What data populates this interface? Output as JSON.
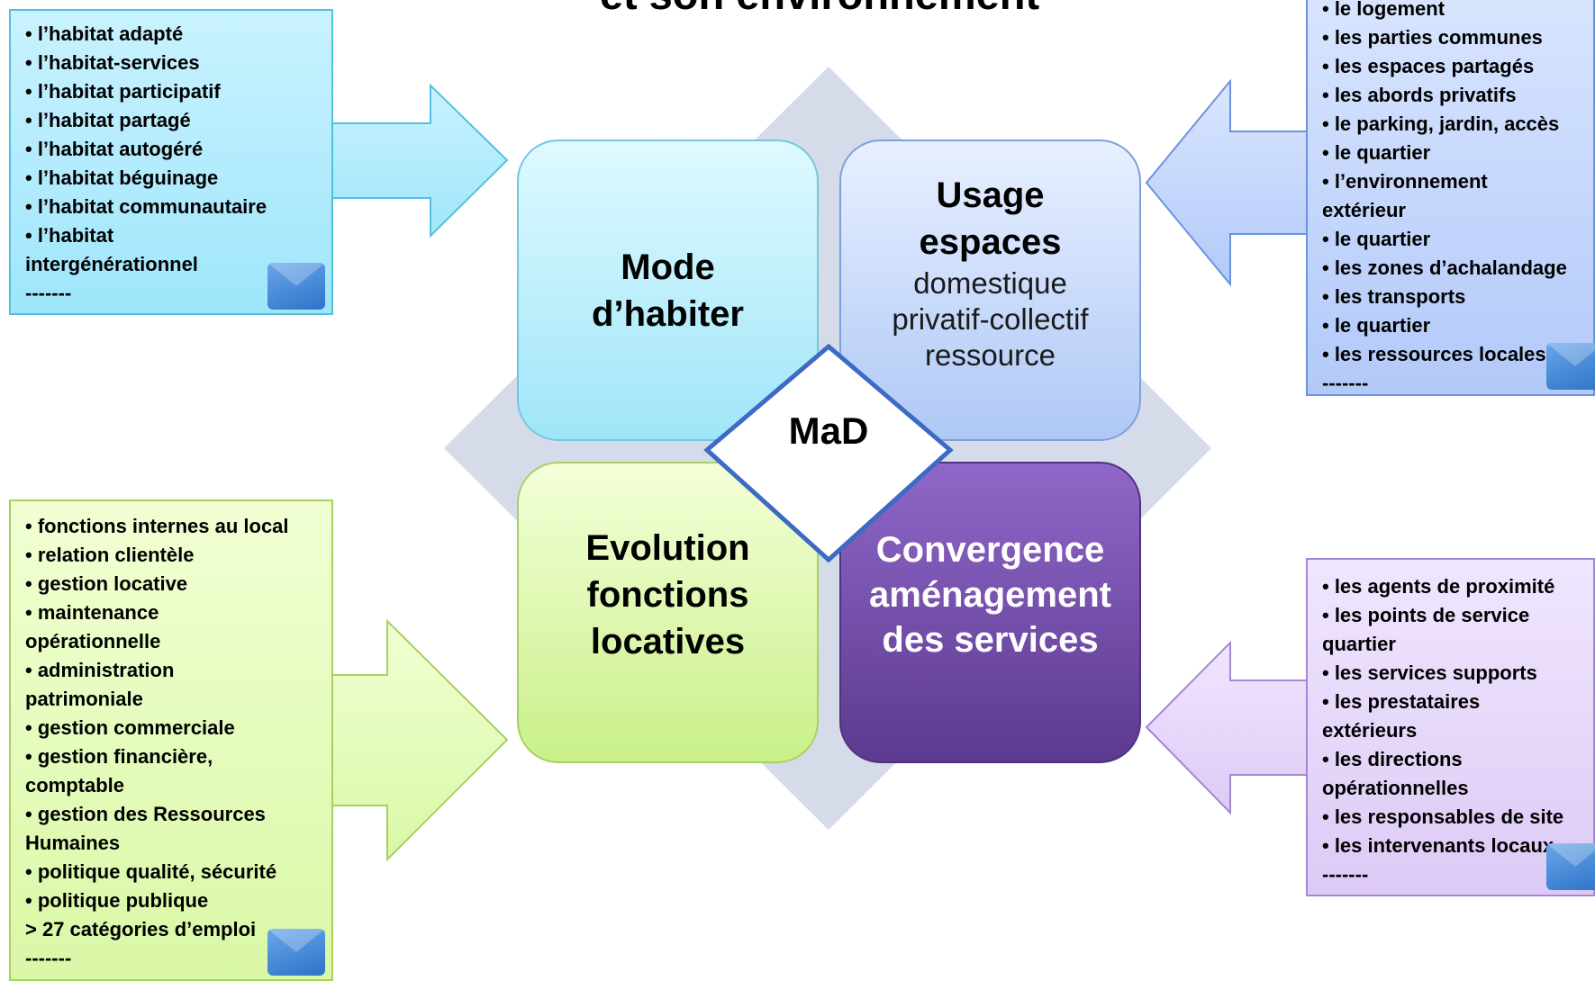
{
  "title": "et son environnement",
  "center": {
    "label": "MaD"
  },
  "quadrants": {
    "mode": {
      "heading": "Mode d’habiter"
    },
    "usage": {
      "heading": "Usage espaces",
      "lines": [
        "domestique",
        "privatif-collectif",
        "ressource"
      ]
    },
    "evolution": {
      "heading": "Evolution fonctions locatives"
    },
    "convergence": {
      "heading": "Convergence aménagement des services"
    }
  },
  "boxes": {
    "left_top": {
      "items": [
        "• l’habitat adapté",
        "• l’habitat-services",
        "• l’habitat participatif",
        "• l’habitat partagé",
        "• l’habitat autogéré",
        "• l’habitat béguinage",
        "• l’habitat communautaire",
        "•  l’habitat",
        "intergénérationnel",
        "-------"
      ]
    },
    "left_bottom": {
      "items": [
        "• fonctions internes au local",
        "• relation clientèle",
        "• gestion locative",
        "• maintenance",
        "opérationnelle",
        "• administration",
        "patrimoniale",
        "• gestion commerciale",
        "• gestion financière,",
        "comptable",
        "• gestion des Ressources",
        "Humaines",
        "• politique qualité, sécurité",
        "• politique publique",
        "> 27 catégories d’emploi",
        "-------"
      ]
    },
    "right_top": {
      "items": [
        "• le logement",
        "• les parties communes",
        "• les espaces partagés",
        "• les abords privatifs",
        "• le parking, jardin, accès",
        "• le quartier",
        "• l’environnement",
        "extérieur",
        "• le quartier",
        "• les zones d’achalandage",
        "• les transports",
        "• le quartier",
        "• les ressources locales",
        "-------"
      ]
    },
    "right_bottom": {
      "items": [
        "• les agents de proximité",
        "• les points de service",
        "quartier",
        "• les services supports",
        "• les prestataires",
        "extérieurs",
        "• les directions",
        "opérationnelles",
        "• les responsables de site",
        "• les intervenants locaux",
        "-------"
      ]
    }
  },
  "colors": {
    "diamond_bg": "#d5dbe8",
    "cyan": "#9ee6fb",
    "blue": "#b2c9f9",
    "green": "#d9f8a6",
    "purple": "#6b4799",
    "lavender": "#dccaf5"
  },
  "icons": [
    "envelope-icon"
  ]
}
